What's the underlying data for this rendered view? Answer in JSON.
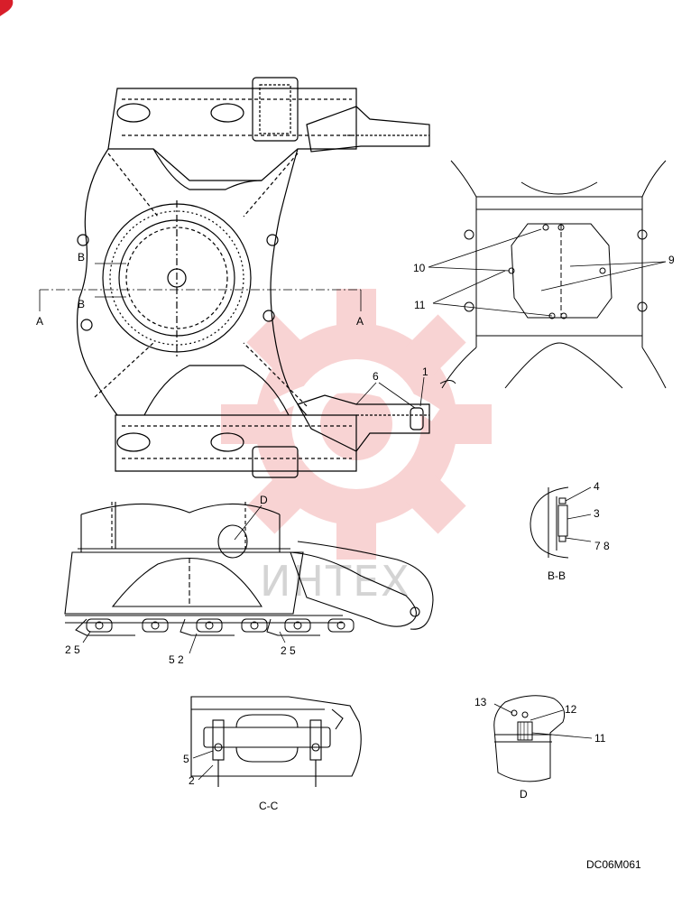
{
  "drawing": {
    "top_view": {
      "section_labels": [
        "B",
        "B",
        "A",
        "A"
      ],
      "callouts": [
        "6",
        "1"
      ]
    },
    "detail_top_right": {
      "callouts": [
        "10",
        "11",
        "9"
      ]
    },
    "section_bb": {
      "title": "B-B",
      "callouts": [
        "4",
        "3",
        "7 8"
      ]
    },
    "side_view": {
      "callouts": [
        "D",
        "2 5",
        "5 2",
        "2 5"
      ]
    },
    "section_cc": {
      "title": "C-C",
      "callouts": [
        "5",
        "2"
      ]
    },
    "detail_d": {
      "title": "D",
      "callouts": [
        "13",
        "12",
        "11"
      ]
    },
    "drawing_code": "DC06M061"
  },
  "watermark": {
    "text": "ИНТЕХ",
    "color": "#e23a3a"
  }
}
